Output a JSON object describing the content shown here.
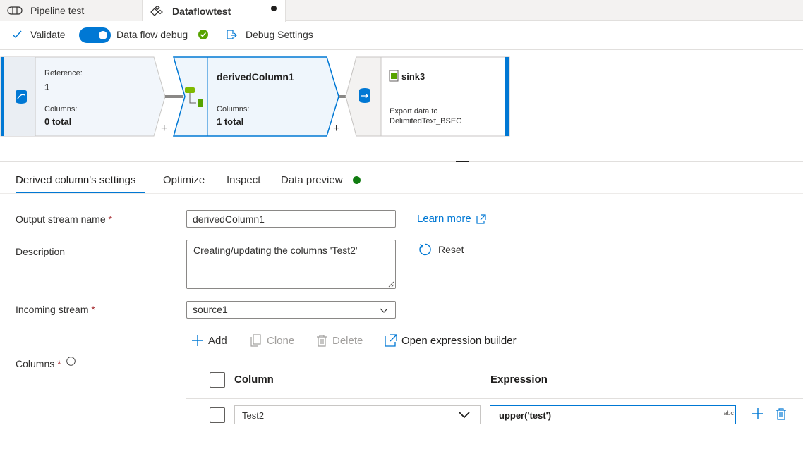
{
  "tabs": [
    {
      "label": "Pipeline test"
    },
    {
      "label": "Dataflowtest"
    }
  ],
  "toolbar": {
    "validate": "Validate",
    "dataflow_debug": "Data flow debug",
    "debug_settings": "Debug Settings"
  },
  "canvas": {
    "source": {
      "reference_label": "Reference:",
      "reference_value": "1",
      "columns_label": "Columns:",
      "columns_value": "0 total"
    },
    "derived": {
      "name": "derivedColumn1",
      "columns_label": "Columns:",
      "columns_value": "1 total"
    },
    "sink": {
      "name": "sink3",
      "desc_line1": "Export data to",
      "desc_line2": "DelimitedText_BSEG"
    },
    "plus": "+"
  },
  "panel_tabs": [
    {
      "label": "Derived column's settings"
    },
    {
      "label": "Optimize"
    },
    {
      "label": "Inspect"
    },
    {
      "label": "Data preview"
    }
  ],
  "form": {
    "output_stream_label": "Output stream name",
    "output_stream_value": "derivedColumn1",
    "description_label": "Description",
    "description_value": "Creating/updating the columns 'Test2'",
    "incoming_stream_label": "Incoming stream",
    "incoming_stream_value": "source1",
    "columns_label": "Columns",
    "required_mark": "*",
    "learn_more": "Learn more",
    "reset": "Reset"
  },
  "commands": {
    "add": "Add",
    "clone": "Clone",
    "delete": "Delete",
    "open_expression_builder": "Open expression builder"
  },
  "grid": {
    "col_header": "Column",
    "expr_header": "Expression",
    "rows": [
      {
        "column": "Test2",
        "expression": "upper('test')",
        "type_badge": "abc"
      }
    ]
  },
  "colors": {
    "accent": "#0078d4",
    "success": "#57a300",
    "preview_dot": "#107c10",
    "required": "#a4262c"
  }
}
